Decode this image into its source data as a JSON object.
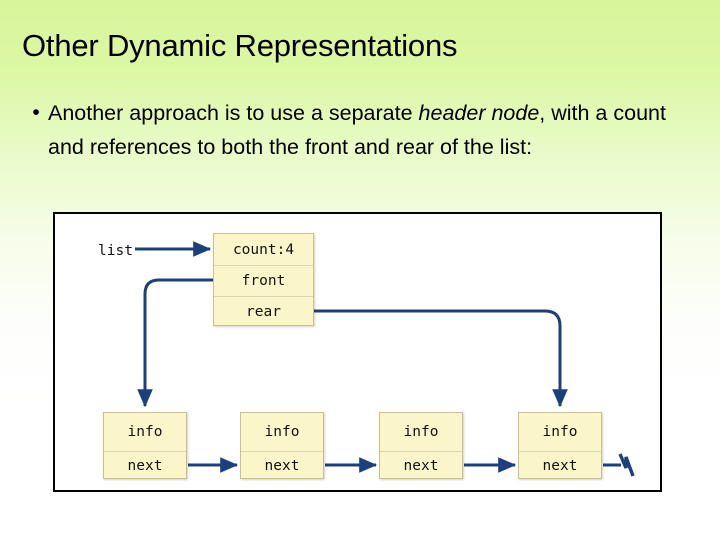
{
  "slide": {
    "title": "Other Dynamic Representations",
    "background_top_color": "#d9f59a",
    "background_bottom_color": "#ffffff"
  },
  "bullets": [
    {
      "marker": "•",
      "text_before_emphasis": "Another approach is to use a separate ",
      "emphasis": "header node",
      "text_after_emphasis": ", with a count and references to both the front and rear of the list:"
    }
  ],
  "diagram": {
    "frame_border_color": "#000000",
    "frame_background": "#ffffff",
    "node_fill_color": "#faf6c9",
    "node_border_color": "#c9c08a",
    "arrow_color": "#1c3f7d",
    "pointer_label": "list",
    "header_node": {
      "name": "header-node",
      "cells": [
        {
          "label": "count:4"
        },
        {
          "label": "front"
        },
        {
          "label": "rear"
        }
      ]
    },
    "list_nodes": [
      {
        "info_label": "info",
        "next_label": "next"
      },
      {
        "info_label": "info",
        "next_label": "next"
      },
      {
        "info_label": "info",
        "next_label": "next"
      },
      {
        "info_label": "info",
        "next_label": "next"
      }
    ],
    "null_terminator_symbol": "zigzag-ground"
  }
}
